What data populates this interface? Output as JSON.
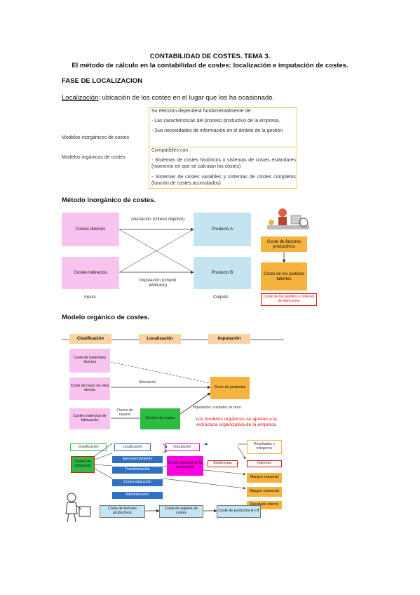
{
  "header": {
    "title": "CONTABILIDAD DE COSTES. TEMA 3.",
    "subtitle": "El método de cálculo en la contabilidad de costes: localización e imputación de costes."
  },
  "section1": {
    "heading": "FASE DE LOCALIZACION",
    "loc_term": "Localización",
    "loc_def": ": ubicación de los costes en el lugar que los ha ocasionado."
  },
  "models_table": {
    "left": [
      "Modelos inorgánicos de costes",
      "Modelos orgánicos de costes"
    ],
    "right": [
      "Su elección dependerá fundamentalmente de:",
      "- Las características del proceso productivo de la empresa.",
      "- Sus necesidades de información en el ámbito de la gestión",
      "Compatibles con :",
      "- Sistemas de costes históricos o sistemas de costes estándares (momento en que se calculan los costes)",
      "- Sistemas de costes variables y sistemas de costes completos (función de costes acumulados)"
    ]
  },
  "inorganic": {
    "heading": "Método inorgánico de costes.",
    "costes_directos": "Costes directos",
    "costes_indirectos": "Costes indirectos",
    "producto_a": "Producto A",
    "producto_b": "Producto B",
    "afectacion": "Afectación (criterio objetivo)",
    "imputacion": "Imputación (criterio arbitrario)",
    "inputs": "Inputs",
    "outputs": "Outputs",
    "coste_factores": "Coste de factores productivos",
    "coste_pedidos": "Coste de los pedidos tallerles",
    "coste_pedidos_note": "Coste de los pedidos u órdenes de fabricación"
  },
  "organic": {
    "heading": "Modelo orgánico de costes.",
    "header_boxes": [
      "Clasificación",
      "Localización",
      "Imputación"
    ],
    "coste_materiales": "Coste de materiales directos",
    "coste_mano_obra": "Coste de mano de obra directa",
    "costes_indirectos_fab": "Costes indirectos de fabricación",
    "coste_productos": "Coste de productos",
    "afectacion": "Afectación",
    "claves_reparto": "Claves de reparto",
    "centros_costes": "Centros de costes",
    "imputacion_unidades": "Imputación: unidades de obra",
    "note": "Los modelos orgánicos se ajustan a la estructura organizativa de la empresa"
  },
  "diagram2": {
    "clasificacion": "Clasificación",
    "localizacion": "Localización",
    "imputacion": "Imputación",
    "resultados": "Resultados y márgenes",
    "costes_instalacion": "Costes de instalación",
    "aprovisionamiento": "Aprovisionamiento",
    "transformacion": "Transformación",
    "comercializacion": "Comercialización",
    "administracion": "Administración",
    "coste_produccion": "Coste industrial de la producción",
    "existencias": "Existencias",
    "ingresos": "Ingresos",
    "margen_industrial": "Margen industrial",
    "margen_comercial": "Margen comercial",
    "resultado_interno": "Resultado interno",
    "bottom": [
      "Coste de factores productivos",
      "Coste de lugares de costes",
      "Coste de productos A y B"
    ]
  },
  "colors": {
    "pink": "#f9c3ef",
    "light_blue": "#c5e4f2",
    "orange": "#f5b23c",
    "green": "#2dbb42",
    "blue": "#2f6fc4",
    "magenta": "#ff00e0",
    "peach": "#fbd3a2",
    "red": "#e11111"
  }
}
